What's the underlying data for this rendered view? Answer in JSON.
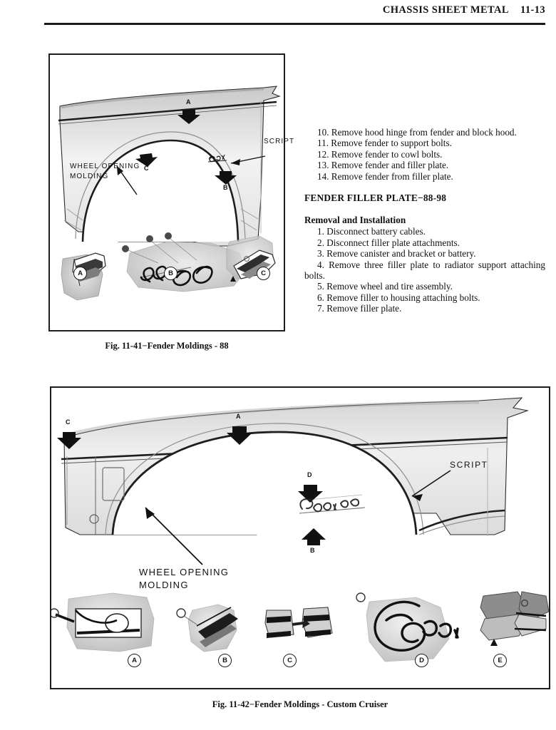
{
  "header": {
    "title": "CHASSIS SHEET METAL",
    "page_number": "11-13"
  },
  "text_column": {
    "continued_steps": [
      "10. Remove hood hinge from fender and block hood.",
      "11. Remove fender to support bolts.",
      "12. Remove fender to cowl bolts.",
      "13. Remove fender and filler plate.",
      "14. Remove fender from filler plate."
    ],
    "section_title": "FENDER FILLER PLATE−88-98",
    "subsection_title": "Removal and Installation",
    "procedure_steps": [
      "1. Disconnect battery cables.",
      "2. Disconnect filler plate attachments.",
      "3. Remove canister and bracket or battery.",
      "4. Remove three filler plate to radiator support attaching bolts.",
      "5. Remove wheel and tire assembly.",
      "6. Remove filler to housing attaching bolts.",
      "7. Remove filler plate."
    ]
  },
  "figure_41": {
    "caption": "Fig. 11-41−Fender Moldings - 88",
    "labels": {
      "script": "SCRIPT",
      "wheel_opening_molding": "WHEEL OPENING\nMOLDING"
    },
    "callouts": [
      "A",
      "B",
      "C"
    ],
    "detail_parts": [
      "A",
      "B",
      "C"
    ]
  },
  "figure_42": {
    "caption": "Fig. 11-42−Fender Moldings - Custom Cruiser",
    "labels": {
      "script": "SCRIPT",
      "wheel_opening_molding": "WHEEL OPENING\nMOLDING"
    },
    "callouts": [
      "A",
      "B",
      "C",
      "D"
    ],
    "detail_parts": [
      "A",
      "B",
      "C",
      "D",
      "E"
    ]
  }
}
